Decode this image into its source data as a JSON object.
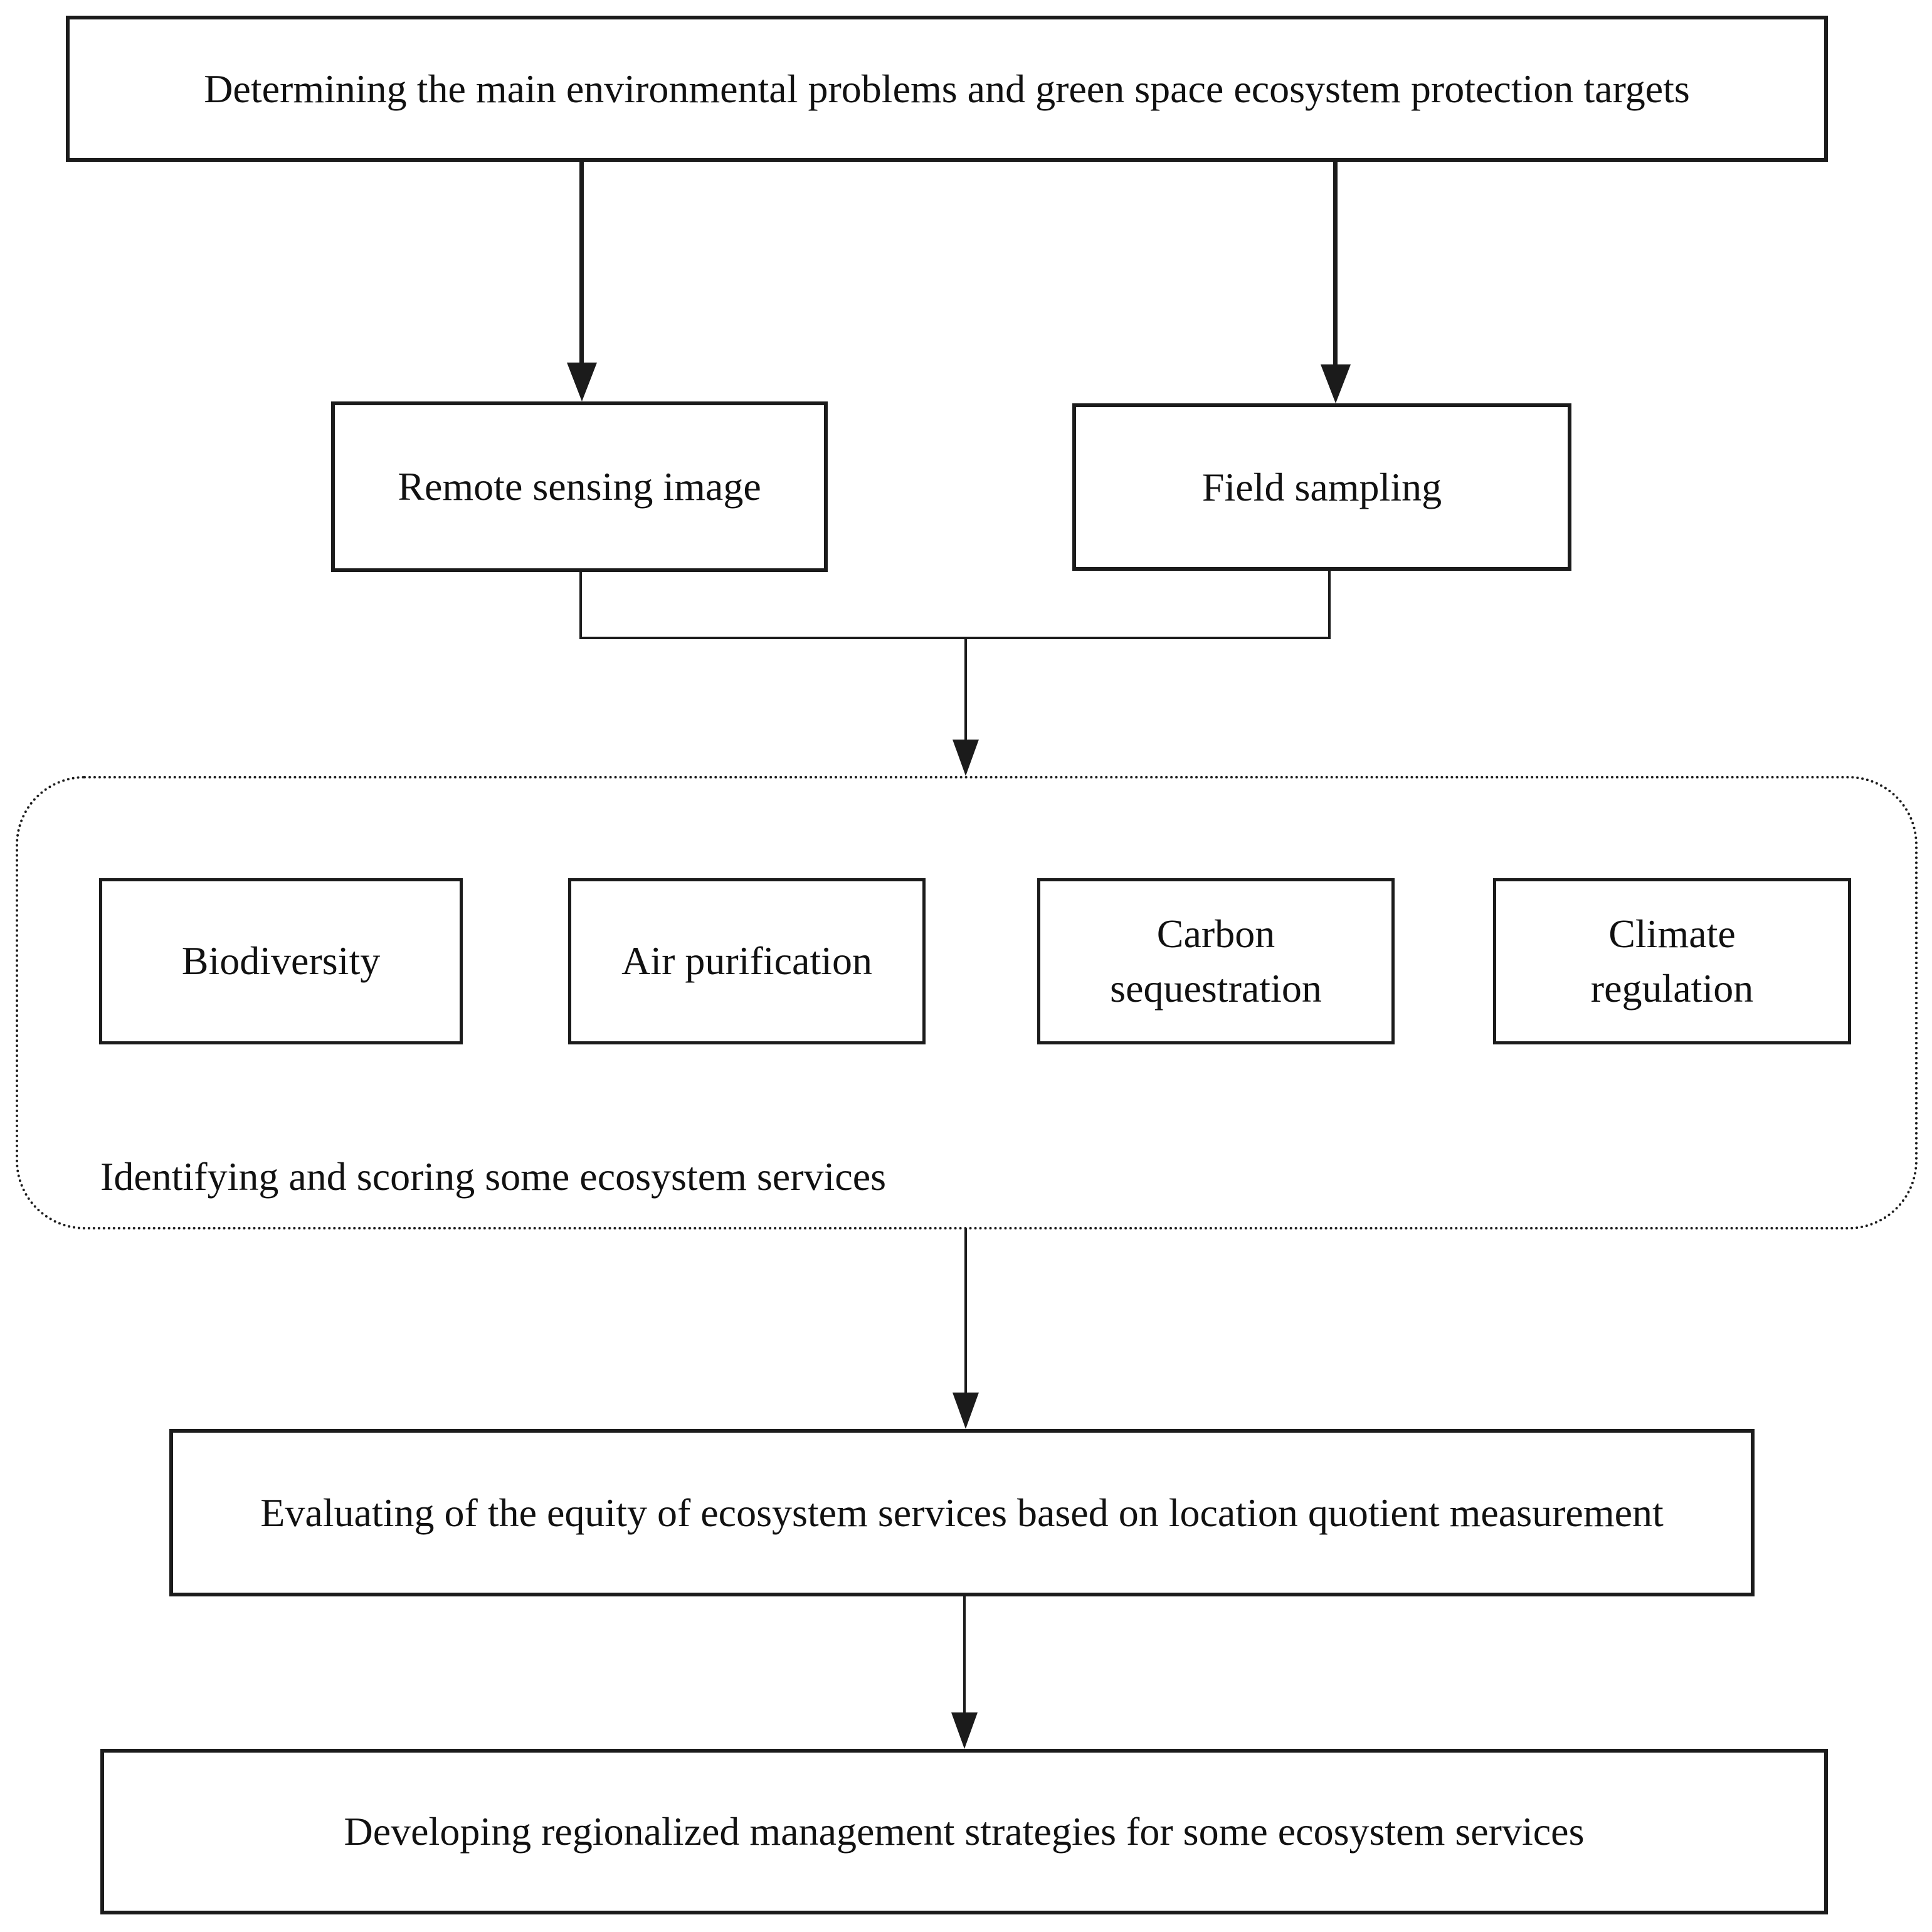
{
  "figure": {
    "type": "flowchart",
    "background_color": "#ffffff",
    "line_color": "#1b1b1b",
    "text_color": "#111111",
    "nodes": {
      "determine": {
        "label": "Determining the main environmental problems and green space ecosystem protection targets"
      },
      "remote": {
        "label": "Remote sensing image"
      },
      "field": {
        "label": "Field sampling"
      },
      "services": [
        {
          "label": "Biodiversity"
        },
        {
          "label": "Air purification"
        },
        {
          "label": "Carbon\nsequestration"
        },
        {
          "label": "Climate\nregulation"
        }
      ],
      "services_group_caption": "Identifying and scoring some ecosystem services",
      "evaluate": {
        "label": "Evaluating of the equity of  ecosystem services based on location quotient measurement"
      },
      "develop": {
        "label": "Developing regionalized  management strategies for some ecosystem services"
      }
    },
    "edges": [
      "determine -> remote",
      "determine -> field",
      "remote + field -> services-group",
      "services-group -> evaluate",
      "evaluate -> develop"
    ]
  }
}
